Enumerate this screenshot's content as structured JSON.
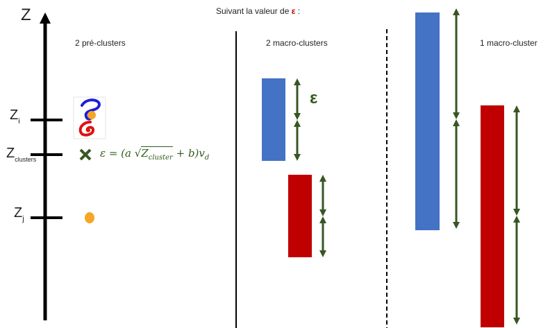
{
  "header": {
    "prefix": "Suivant la valeur de ",
    "epsilon": "ε",
    "suffix": " :"
  },
  "axis": {
    "label": "Z",
    "ticks": [
      {
        "base": "Z",
        "sub": "i"
      },
      {
        "base": "Z",
        "sub": "clusters"
      },
      {
        "base": "Z",
        "sub": "j"
      }
    ]
  },
  "panels": {
    "pre": {
      "title": "2 pré-clusters"
    },
    "macro2": {
      "title": "2 macro-clusters",
      "epsilon": "ε"
    },
    "macro1": {
      "title": "1 macro-cluster"
    }
  },
  "formula": {
    "lhs": "ε = (",
    "a": "a",
    "sqrt_arg": "Z",
    "sqrt_sub": "cluster",
    "plus_b": " + b)",
    "v": "v",
    "v_sub": "d"
  },
  "colors": {
    "axis": "#000000",
    "blue": "#4472c4",
    "red": "#c00000",
    "arrow_green": "#375623",
    "orange": "#f5a623",
    "cross": "#375623"
  }
}
